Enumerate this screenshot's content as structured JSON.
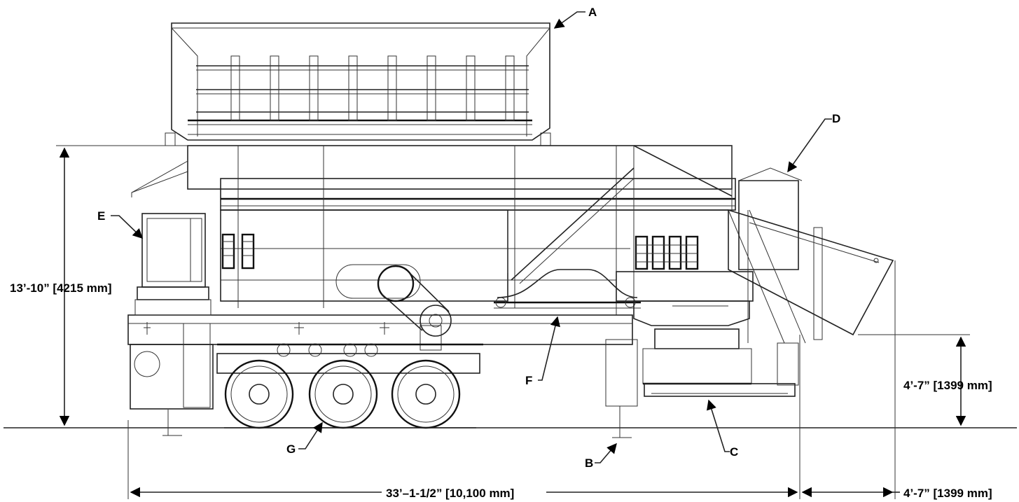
{
  "callouts": {
    "A": "A",
    "B": "B",
    "C": "C",
    "D": "D",
    "E": "E",
    "F": "F",
    "G": "G"
  },
  "dimensions": {
    "height_total": "13’-10” [4215 mm]",
    "height_discharge": "4’-7” [1399 mm]",
    "length_overall": "33’–1-1/2” [10,100 mm]",
    "length_overhang": "4’-7” [1399 mm]"
  }
}
